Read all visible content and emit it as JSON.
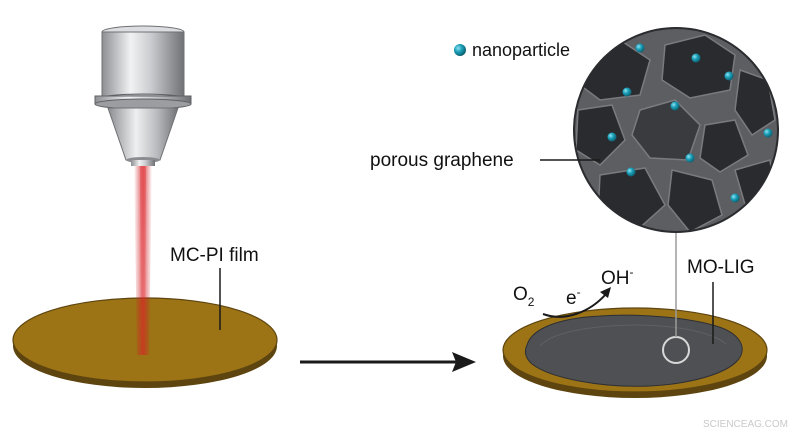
{
  "labels": {
    "film": "MC-PI film",
    "porous": "porous graphene",
    "nanoparticle": "nanoparticle",
    "moLig": "MO-LIG",
    "o2_base": "O",
    "o2_sub": "2",
    "e_base": "e",
    "e_sup": "-",
    "oh_base": "OH",
    "oh_sup": "-"
  },
  "watermark": "SCIENCEAG.COM",
  "colors": {
    "film_top": "#9c7416",
    "film_edge": "#5e4510",
    "laser_beam": "#d21f24",
    "graphene_dark": "#333438",
    "graphene_light": "#6a6b6f",
    "nanoparticle": "#1a9fb8",
    "arrow": "#1a1a1a"
  },
  "icons": {
    "laser": "laser-head-icon",
    "process_arrow": "right-arrow-icon",
    "reaction_arrow": "curved-arrow-icon"
  }
}
